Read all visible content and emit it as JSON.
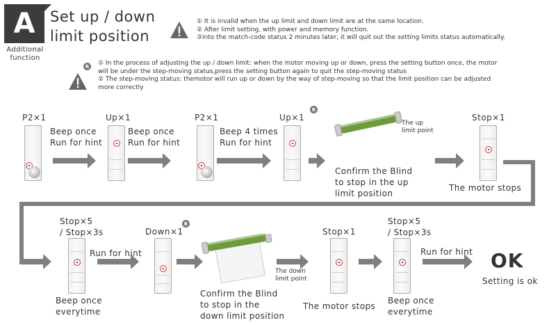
{
  "header": {
    "badge": "A",
    "title_line1": "Set up / down",
    "title_line2": "limit position",
    "subtitle": "Additional function",
    "notes_top": [
      "① It is invalid when the up limit and down limit are at the same location.",
      "② After limit setting, with power and memory function.",
      "③into the match-code status 2 minutes later, it will quit out the setting limits status automatically."
    ],
    "notes_mid": [
      "① In the process of adjusting the up / down limit: when the motor moving up or down, press the setting button once, the motor",
      "will be under the step-moving status,press the setting button again to quit the step-moving status",
      "② The step-moving status: themotor will run up or down by the way of step-moving so that the limit position can be adjusted",
      "more correctly"
    ],
    "r_mark": "R"
  },
  "row1": {
    "step1_label": "P2×1",
    "step1_text": [
      "Beep once",
      "Run for hint"
    ],
    "step2_label": "Up×1",
    "step2_text": [
      "Beep once",
      "Run for hint"
    ],
    "step3_label": "P2×1",
    "step3_text": [
      "Beep 4 times",
      "Run for hint"
    ],
    "step4_label": "Up×1",
    "blind_note": [
      "The up",
      "limit point"
    ],
    "blind_text": [
      "Confirm the Blind",
      "to stop in the up",
      "limit position"
    ],
    "step5_label": "Stop×1",
    "step5_text": "The motor stops"
  },
  "row2": {
    "step1_label": [
      "Stop×5",
      "/ Stop×3s"
    ],
    "step1_text": [
      "Beep once",
      "everytime"
    ],
    "step1_side": "Run for hint",
    "step2_label": "Down×1",
    "blind_note": [
      "The down",
      "limit point"
    ],
    "blind_text": [
      "Confirm the Blind",
      "to stop in the",
      "down limit position"
    ],
    "step3_label": "Stop×1",
    "step3_text": "The motor stops",
    "step4_label": [
      "Stop×5",
      "/ Stop×3s"
    ],
    "step4_side": "Run for hint",
    "step4_text": [
      "Beep once",
      "everytime"
    ],
    "ok": "OK",
    "ok_text": "Setting is ok"
  },
  "colors": {
    "arrow": "#7f7f7f",
    "badge": "#3c3c3c",
    "highlight": "#e03030",
    "tube": "#6f9a3e"
  }
}
